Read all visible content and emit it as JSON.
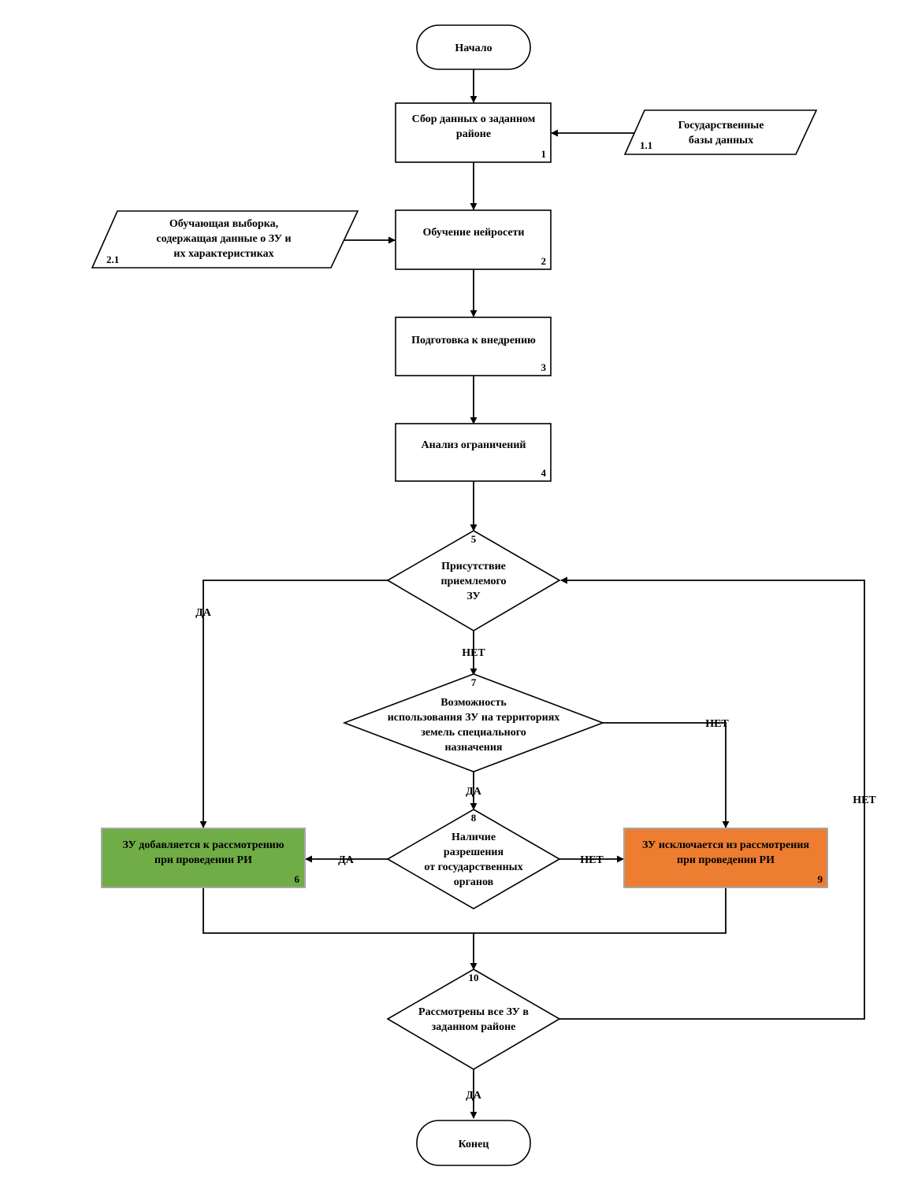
{
  "colors": {
    "green": "#70ad47",
    "orange": "#ed7d31",
    "box_border_colored": "#a6a6a6"
  },
  "start": {
    "text": "Начало"
  },
  "end": {
    "text": "Конец"
  },
  "step1": {
    "lines": [
      "Сбор данных о заданном",
      "районе"
    ],
    "number": "1"
  },
  "input1": {
    "lines": [
      "Государственные",
      "базы данных"
    ],
    "number": "1.1"
  },
  "input2": {
    "lines": [
      "Обучающая выборка,",
      "содержащая данные о ЗУ и",
      "их характеристиках"
    ],
    "number": "2.1"
  },
  "step2": {
    "text": "Обучение нейросети",
    "number": "2"
  },
  "step3": {
    "text": "Подготовка к внедрению",
    "number": "3"
  },
  "step4": {
    "text": "Анализ ограничений",
    "number": "4"
  },
  "decision5": {
    "lines": [
      "Присутствие",
      "приемлемого",
      "ЗУ"
    ],
    "number": "5"
  },
  "decision7": {
    "lines": [
      "Возможность",
      "использования ЗУ на территориях",
      "земель специального",
      "назначения"
    ],
    "number": "7"
  },
  "decision8": {
    "lines": [
      "Наличие",
      "разрешения",
      "от государственных",
      "органов"
    ],
    "number": "8"
  },
  "step6": {
    "lines": [
      "ЗУ добавляется к рассмотрению",
      "при проведении РИ"
    ],
    "number": "6"
  },
  "step9": {
    "lines": [
      "ЗУ исключается из рассмотрения",
      "при проведении РИ"
    ],
    "number": "9"
  },
  "decision10": {
    "lines": [
      "Рассмотрены все ЗУ в",
      "заданном районе"
    ],
    "number": "10"
  },
  "labels": {
    "yes5": "ДА",
    "no5": "НЕТ",
    "no7": "НЕТ",
    "yes7": "ДА",
    "yes8": "ДА",
    "no8": "НЕТ",
    "no10": "НЕТ",
    "yes10": "ДА"
  }
}
